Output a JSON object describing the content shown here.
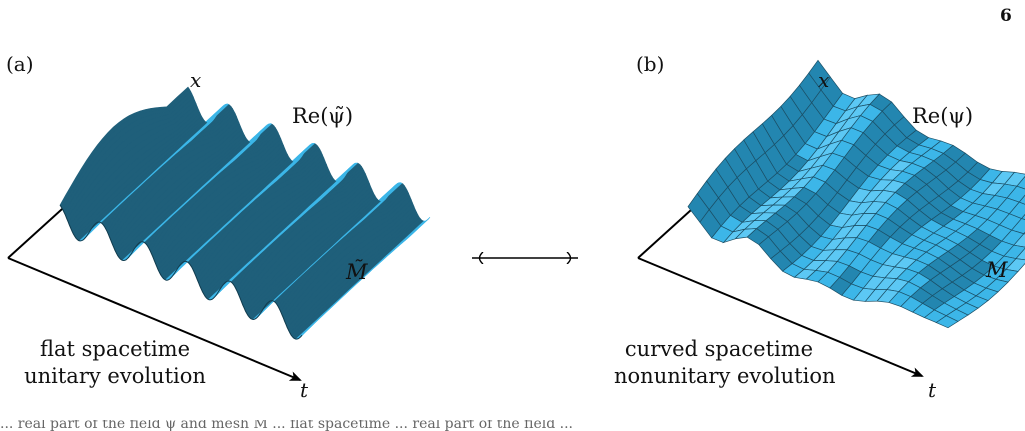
{
  "page_number": "6",
  "panel_a": {
    "label": "(a)",
    "axis_x": "x",
    "axis_t": "t",
    "field_label": "Re(ψ̃)",
    "manifold_label": "M̃",
    "caption_line1": "flat spacetime",
    "caption_line2": "unitary evolution"
  },
  "panel_b": {
    "label": "(b)",
    "axis_x": "x",
    "axis_t": "t",
    "field_label": "Re(ψ)",
    "manifold_label": "M",
    "caption_line1": "curved spacetime",
    "caption_line2": "nonunitary evolution"
  },
  "colors": {
    "surface_light": "#3cb6e8",
    "surface_dark": "#1f5f7a",
    "axis": "#000000"
  },
  "figure_caption_fragment": "... real part of the field ψ̃ and mesh M̃ ... flat spacetime ... real part of the field ..."
}
